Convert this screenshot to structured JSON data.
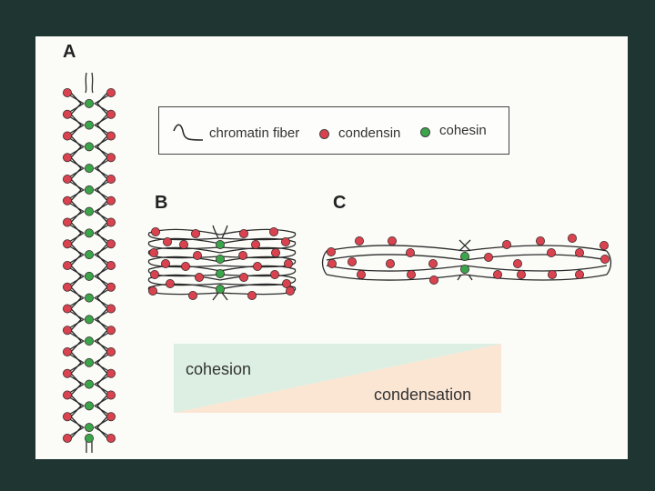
{
  "panels": {
    "a": "A",
    "b": "B",
    "c": "C"
  },
  "legend": {
    "fiber": "chromatin fiber",
    "condensin": "condensin",
    "cohesin": "cohesin"
  },
  "gradient": {
    "cohesion": "cohesion",
    "condensation": "condensation"
  },
  "colors": {
    "condensin": "#d9434f",
    "cohesin": "#3aa54a",
    "cohesion_fill": "#dcefe2",
    "condensation_fill": "#fbe6d4",
    "fiber": "#2a2a2a",
    "background": "#1f3532",
    "slide": "#fbfbf8"
  }
}
